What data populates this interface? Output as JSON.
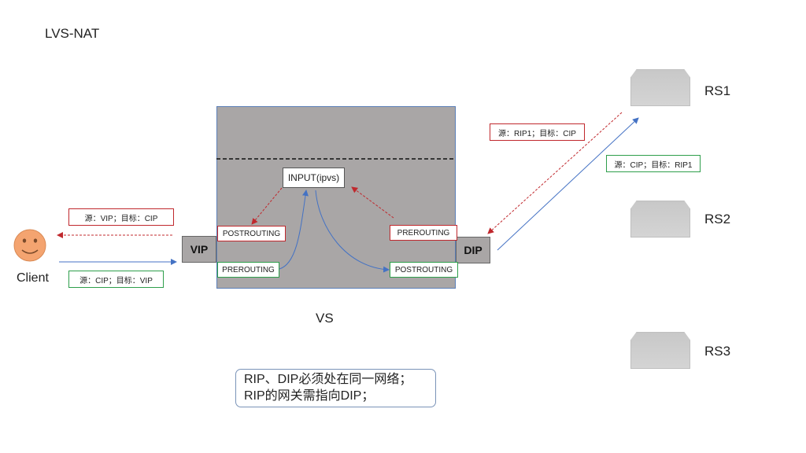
{
  "title": "LVS-NAT",
  "client": {
    "label": "Client"
  },
  "vs": {
    "label": "VS",
    "vip_label": "VIP",
    "dip_label": "DIP",
    "input_label": "INPUT(ipvs)",
    "vip_postrouting": "POSTROUTING",
    "vip_prerouting": "PREROUTING",
    "dip_prerouting": "PREROUTING",
    "dip_postrouting": "POSTROUTING"
  },
  "packets": {
    "client_to_vip": "源：CIP；目标：VIP",
    "vip_to_client": "源：VIP；目标：CIP",
    "dip_to_rs1": "源：CIP；目标：RIP1",
    "rs1_to_dip": "源：RIP1；目标：CIP"
  },
  "servers": [
    {
      "label": "RS1"
    },
    {
      "label": "RS2"
    },
    {
      "label": "RS3"
    }
  ],
  "note": {
    "line1": "RIP、DIP必须处在同一网络；",
    "line2": "RIP的网关需指向DIP；"
  },
  "colors": {
    "request_flow": "#4472c4",
    "response_flow": "#c0282d",
    "vs_fill": "#a9a6a6",
    "red_label_border": "#c0282d",
    "green_label_border": "#2e9e4b"
  }
}
